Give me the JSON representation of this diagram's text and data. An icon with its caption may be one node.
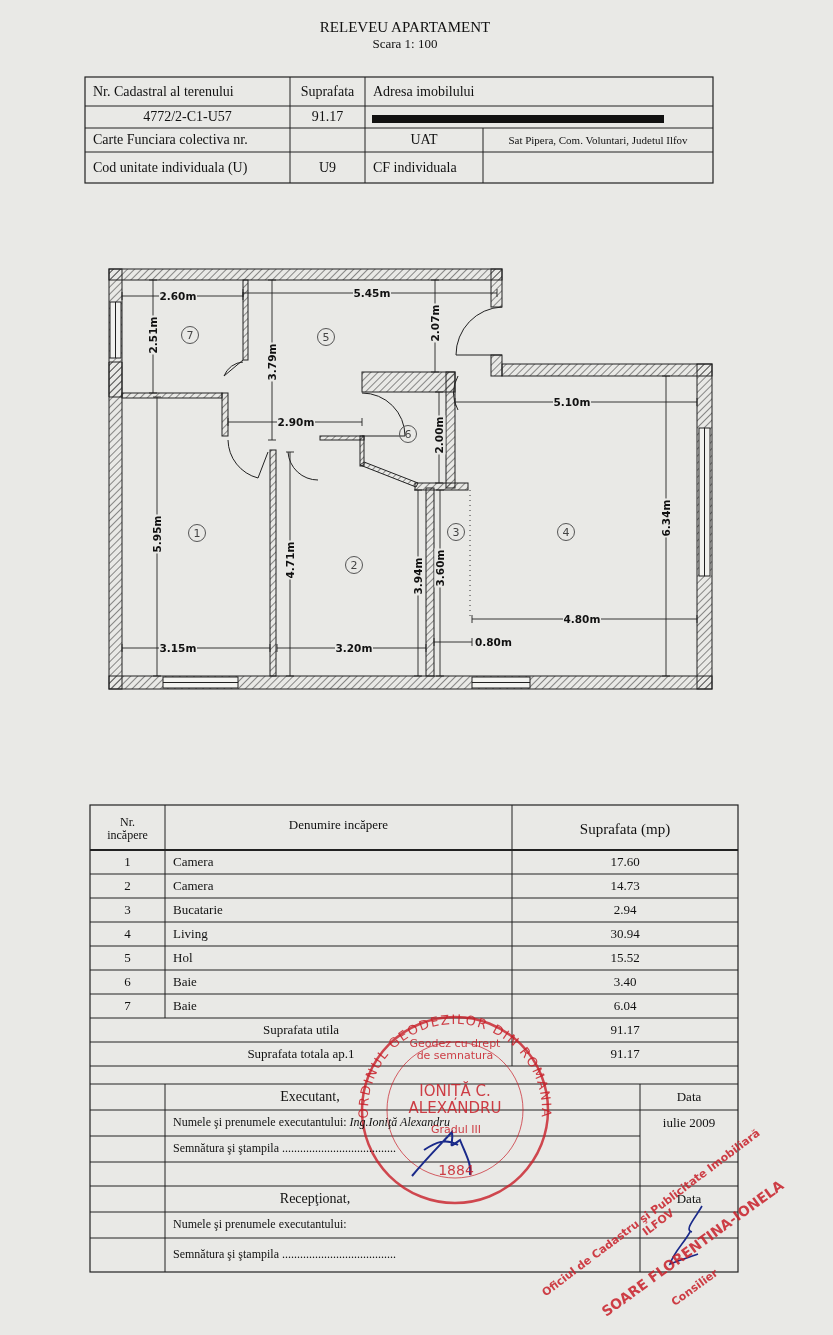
{
  "diagram": {
    "title": "RELEVEU APARTAMENT",
    "nodes": [
      {
        "text": [
          "7"
        ]
      },
      {
        "text": [
          "5"
        ]
      },
      {
        "text": [
          "6"
        ]
      },
      {
        "text": [
          "1"
        ]
      },
      {
        "text": [
          "3"
        ]
      },
      {
        "text": [
          "4"
        ]
      },
      {
        "text": [
          "2"
        ]
      }
    ],
    "labels": [
      "Scara 1: 100",
      "Nr. Cadastral al terenului",
      "Suprafata",
      "Adresa imobilului",
      "4772/2-C1-U57",
      "91.17",
      "Carte Funciara colectiva nr.",
      "UAT",
      "Sat Pipera, Com. Voluntari, Judetul Ilfov",
      "Cod unitate individuala   (U)",
      "U9",
      "CF   individuala",
      "2.60m",
      "5.45m",
      "2.51m",
      "3.79m",
      "2.07m",
      "2.90m",
      "5.10m",
      "2.00m",
      "5.95m",
      "4.71m",
      "3.94m",
      "3.60m",
      "6.34m",
      "4.80m",
      "3.15m",
      "3.20m",
      "0.80m",
      "Nr. incăpere",
      "Denumire incăpere",
      "Suprafata (mp)",
      "1",
      "Camera",
      "17.60",
      "2",
      "Camera",
      "14.73",
      "3",
      "Bucatarie",
      "2.94",
      "4",
      "Living",
      "30.94",
      "5",
      "Hol",
      "15.52",
      "6",
      "Baie",
      "3.40",
      "7",
      "Baie",
      "6.04",
      "Suprafata utila",
      "91.17",
      "Suprafata totala ap.1",
      "91.17",
      "Executant,",
      "Data",
      "Numele şi prenumele executantului:  *Ing.Ioniţă Alexandru*",
      "iulie 2009",
      "Semnătura şi ştampila ......................................",
      "Recepţionat,",
      "Data",
      "Numele şi prenumele executantului:",
      "Semnătura şi ştampila ......................................",
      "ORDINUL GEODEZILOR DIN ROMANIA",
      "Geodez cu drept de semnatura",
      "IONIȚĂ C. ALEXANDRU",
      "Gradul III",
      "1884",
      "Oficiul de Cadastru şi Publicitate Imobiliară ILFOV",
      "SOARE FLORENTINA-IONELA",
      "Consilier"
    ]
  }
}
